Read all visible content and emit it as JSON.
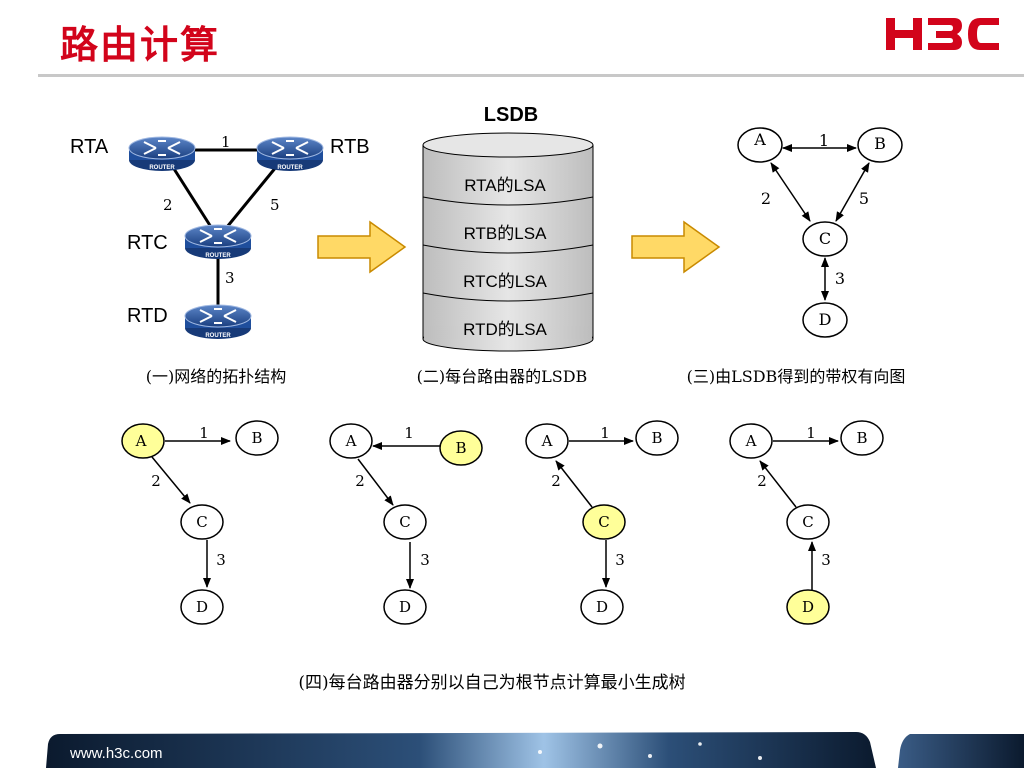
{
  "header": {
    "title": "路由计算",
    "logo": "H3C"
  },
  "topology": {
    "routers": [
      "RTA",
      "RTB",
      "RTC",
      "RTD"
    ],
    "router_badge": "ROUTER",
    "links": [
      "1",
      "2",
      "5",
      "3"
    ],
    "caption": "(一)网络的拓扑结构"
  },
  "lsdb": {
    "title": "LSDB",
    "entries": [
      "RTA的LSA",
      "RTB的LSA",
      "RTC的LSA",
      "RTD的LSA"
    ],
    "caption": "(二)每台路由器的LSDB"
  },
  "graph": {
    "nodes": [
      "A",
      "B",
      "C",
      "D"
    ],
    "weights": [
      "1",
      "2",
      "5",
      "3"
    ],
    "caption": "(三)由LSDB得到的带权有向图"
  },
  "spf_trees": {
    "nodes": [
      "A",
      "B",
      "C",
      "D"
    ],
    "weights": [
      "1",
      "2",
      "3"
    ],
    "roots": [
      "A",
      "B",
      "C",
      "D"
    ],
    "highlight_color": "#ffff99",
    "caption": "(四)每台路由器分别以自己为根节点计算最小生成树"
  },
  "footer": {
    "url": "www.h3c.com"
  },
  "colors": {
    "title_red": "#d2041b",
    "router_blue": "#1f4e9c",
    "arrow_fill": "#ffd966",
    "arrow_stroke": "#c98a00",
    "cylinder_gray": "#d9d9d9"
  }
}
